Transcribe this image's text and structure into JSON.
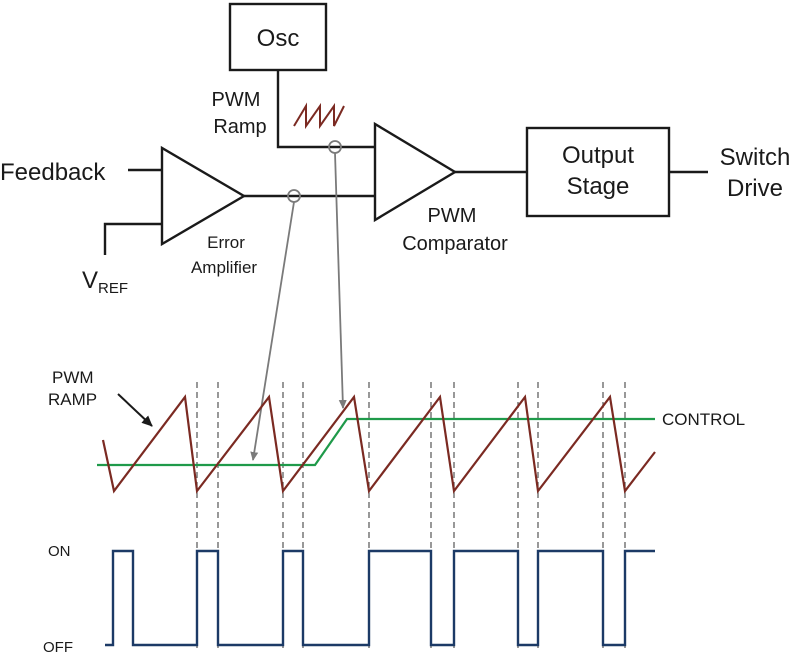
{
  "blocks": {
    "osc": "Osc",
    "output_stage_line1": "Output",
    "output_stage_line2": "Stage"
  },
  "labels": {
    "feedback": "Feedback",
    "vref_main": "V",
    "vref_sub": "REF",
    "pwm_ramp_line1": "PWM",
    "pwm_ramp_line2": "Ramp",
    "error_amp_line1": "Error",
    "error_amp_line2": "Amplifier",
    "pwm_comp_line1": "PWM",
    "pwm_comp_line2": "Comparator",
    "switch_line1": "Switch",
    "switch_line2": "Drive"
  },
  "waveform": {
    "ramp_line1": "PWM",
    "ramp_line2": "RAMP",
    "control": "CONTROL",
    "on": "ON",
    "off": "OFF"
  },
  "colors": {
    "ramp": "#7b2a22",
    "control": "#1f9a4a",
    "pwm_output": "#1c3a66",
    "probe": "#7a7a7a"
  }
}
